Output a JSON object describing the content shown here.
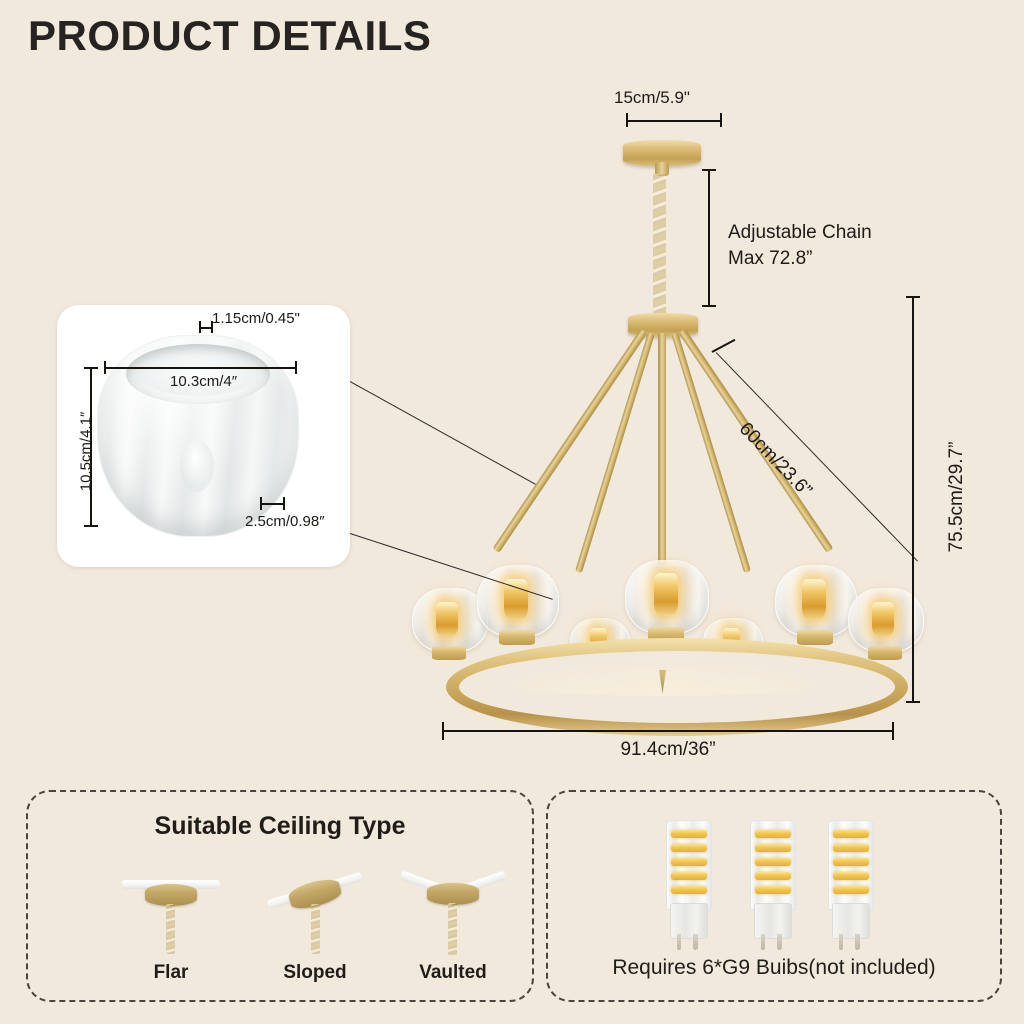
{
  "page": {
    "title": "PRODUCT DETAILS",
    "background_color": "#f2e9dd",
    "text_color": "#221f1c"
  },
  "product": {
    "type": "wagon-wheel-chandelier",
    "finish": "brushed-brass",
    "shade_material": "clear-crystal-glass",
    "light_count": 6
  },
  "dimensions": {
    "canopy_width": "15cm/5.9\"",
    "chain": "Adjustable Chain\nMax 72.8\"",
    "chain_line1": "Adjustable Chain",
    "chain_line2": "Max 72.8”",
    "diagonal": "60cm/23.6”",
    "overall_height": "75.5cm/29.7”",
    "overall_width": "91.4cm/36”"
  },
  "shade_detail": {
    "rim_thickness": "1.15cm/0.45\"",
    "opening_diameter": "10.3cm/4″",
    "height": "10.5cm/4.1″",
    "base_width": "2.5cm/0.98″"
  },
  "ceiling_panel": {
    "title": "Suitable Ceiling Type",
    "types": [
      {
        "label": "Flar",
        "icon": "flat-ceiling-icon"
      },
      {
        "label": "Sloped",
        "icon": "sloped-ceiling-icon"
      },
      {
        "label": "Vaulted",
        "icon": "vaulted-ceiling-icon"
      }
    ]
  },
  "bulb_panel": {
    "caption": "Requires 6*G9 Buibs(not included)",
    "bulb_count_shown": 3,
    "bulb_type": "G9"
  }
}
